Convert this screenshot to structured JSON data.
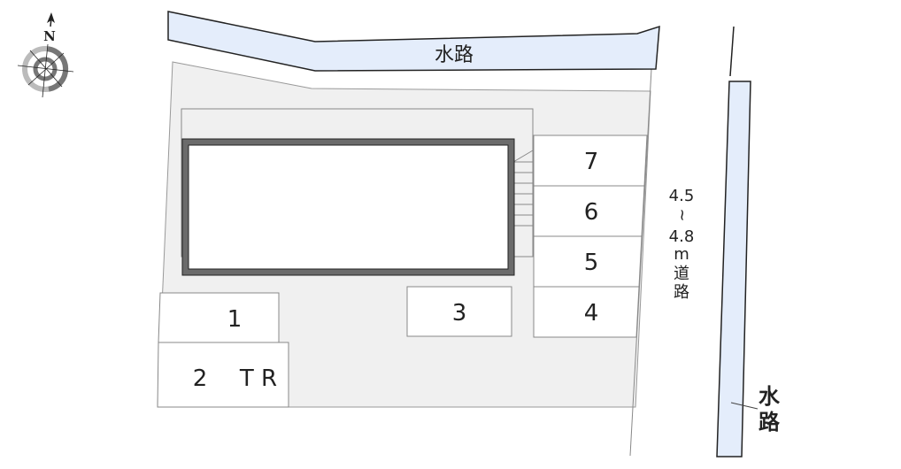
{
  "compass": {
    "north_label": "N"
  },
  "canal_top": {
    "label": "水路"
  },
  "canal_right": {
    "label_1": "水",
    "label_2": "路"
  },
  "road": {
    "width_from": "4.5",
    "tilde": "~",
    "width_to": "4.8",
    "unit": "m",
    "label_1": "道",
    "label_2": "路"
  },
  "parking": [
    {
      "label": "7"
    },
    {
      "label": "6"
    },
    {
      "label": "5"
    },
    {
      "label": "4"
    },
    {
      "label": "3"
    },
    {
      "label": "1"
    },
    {
      "label": "2"
    }
  ],
  "tr_label": "T R",
  "colors": {
    "water": "#e4edfb",
    "ground": "#f0f0f0",
    "wall": "#6b6b6b"
  }
}
